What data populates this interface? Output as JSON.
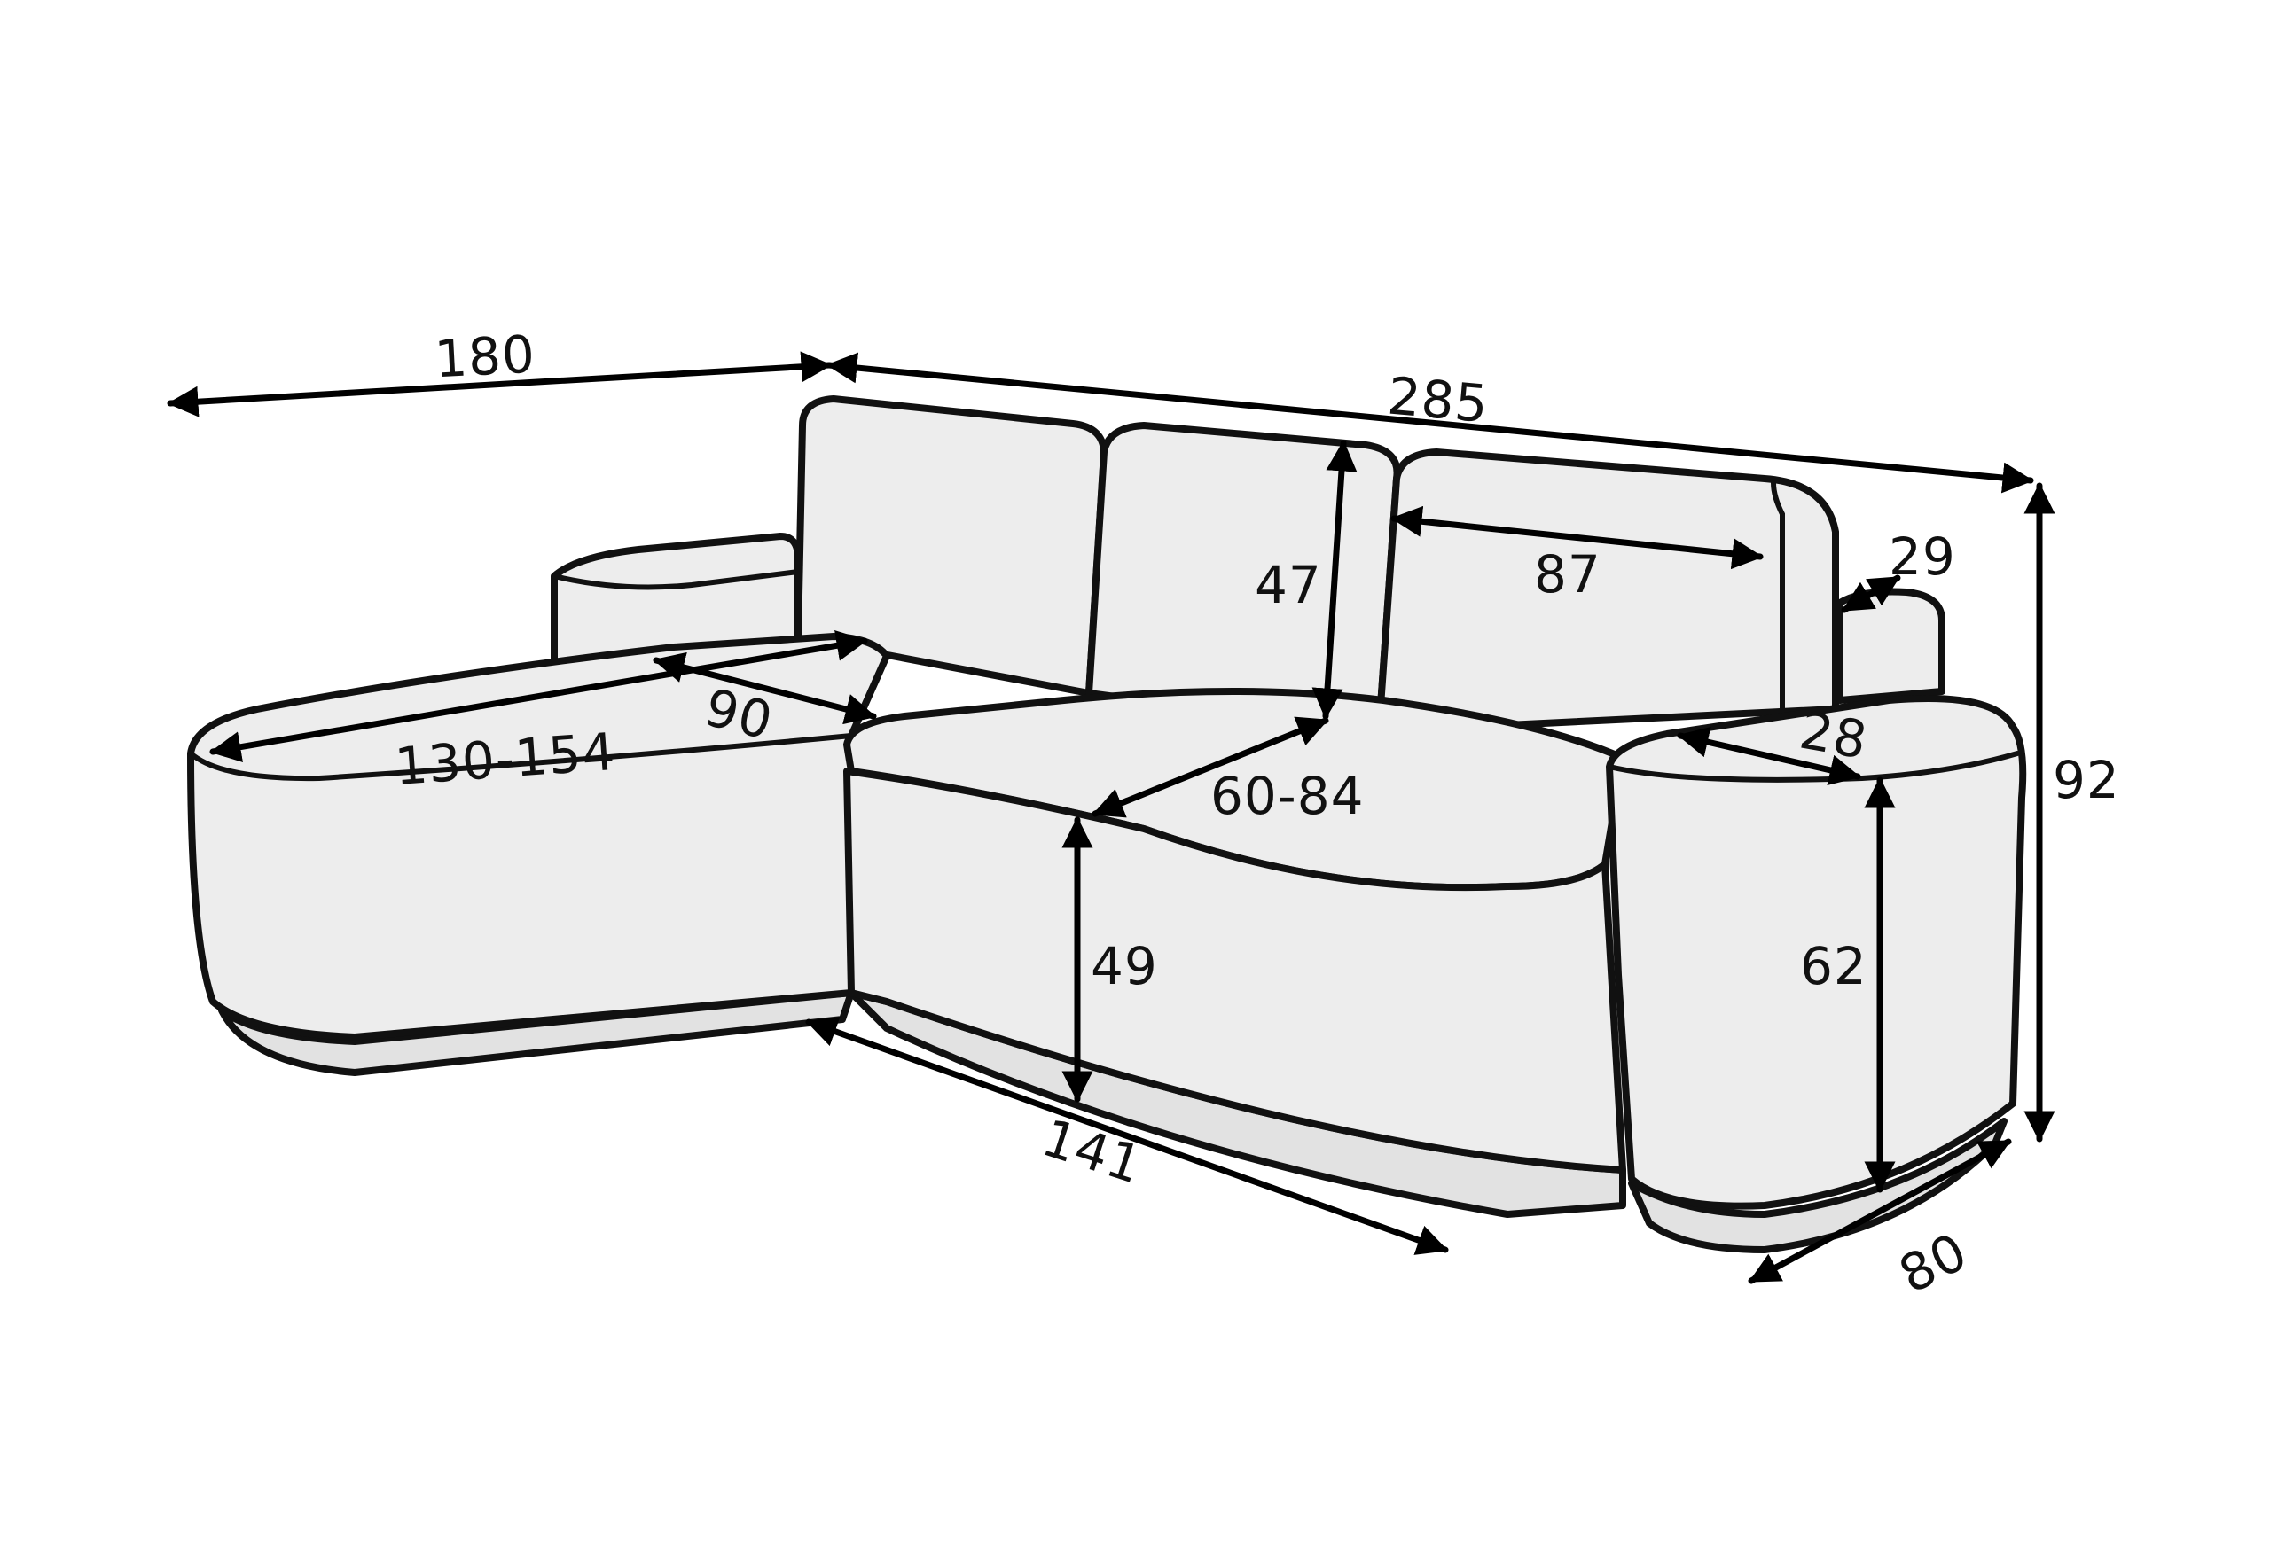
{
  "diagram": {
    "subject": "corner sofa dimension drawing",
    "colors": {
      "outline": "#111111",
      "fill": "#ededed",
      "background": "#ffffff"
    },
    "dimensions": {
      "chaise_length": "180",
      "total_width": "285",
      "back_cushion_height": "47",
      "back_cushion_width": "87",
      "armrest_top_depth": "29",
      "total_height": "92",
      "chaise_seat_length": "130-154",
      "chaise_seat_width": "90",
      "armrest_width": "28",
      "seat_depth": "60-84",
      "seat_height": "49",
      "armrest_height": "62",
      "seat_section_width": "141",
      "total_depth": "80"
    }
  }
}
